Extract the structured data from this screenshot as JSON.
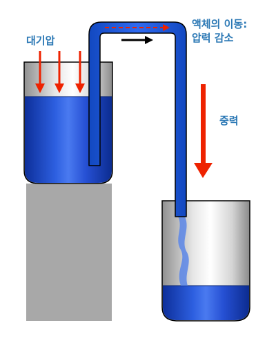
{
  "labels": {
    "atmospheric_pressure": "대기압",
    "liquid_movement_line1": "액체의 이동:",
    "liquid_movement_line2": "압력 감소",
    "gravity": "중력"
  },
  "colors": {
    "label_text": "#2b78b5",
    "water": "#1f4fcc",
    "tube": "#1a5fe0",
    "tube_outline": "#000000",
    "force_arrow": "#ee2200",
    "flow_arrow": "#000000",
    "stand": "#a8a8a8"
  },
  "icons": {
    "pressure_arrows": "arrow-down-icon",
    "flow_direction": "arrow-right-icon",
    "gravity_arrow": "arrow-down-icon"
  }
}
